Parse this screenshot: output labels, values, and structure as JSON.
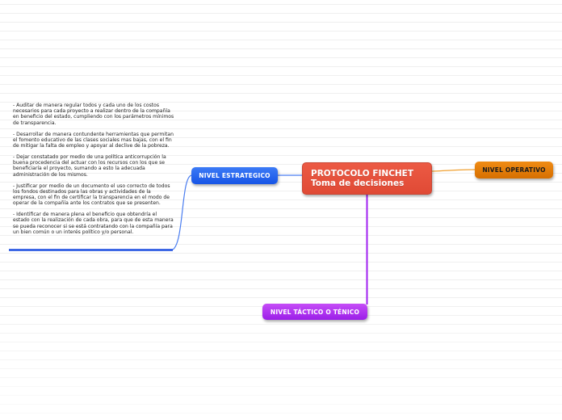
{
  "mindmap": {
    "central": {
      "title_line1": "PROTOCOLO FINCHET",
      "title_line2": "Toma de decisiones",
      "color": "#e5503a"
    },
    "branches": [
      {
        "label": "NIVEL ESTRATEGICO",
        "color": "#2563ef",
        "side": "left",
        "notes": [
          "- Auditar de manera regular todos y cada uno de los costos necesarios para cada proyecto a realizar dentro de la compañía en beneficio del estado, cumpliendo con los parámetros mínimos de transparencia.",
          "- Desarrollar de manera contundente herramientas que permitan el fomento educativo de las clases sociales mas bajas, con el fin de mitigar la falta de empleo y apoyar al declive de la pobreza.",
          "- Dejar constatado por medio de una política anticorrupción la buena procedencia del actuar con los recursos con los que se beneficiaría el proyecto, sumando a esto la adecuada administración de los mismos.",
          "- Justificar por medio de un documento el uso correcto de todos los fondos destinados para las obras y actividades de la empresa, con el fin de certificar la transparencia en el modo de operar de la compañía ante los contratos que se presenten.",
          "- Identificar de manera plena el beneficio que obtendría el estado con la realización de cada obra, para que de esta manera se pueda reconocer si se está contratando con la compañía para un bien común o un interés político y/o personal."
        ]
      },
      {
        "label": "NIVEL OPERATIVO",
        "color": "#e67e06",
        "side": "right"
      },
      {
        "label": "NIVEL TÁCTICO O TÉNICO",
        "color": "#b030f0",
        "side": "bottom"
      }
    ]
  }
}
